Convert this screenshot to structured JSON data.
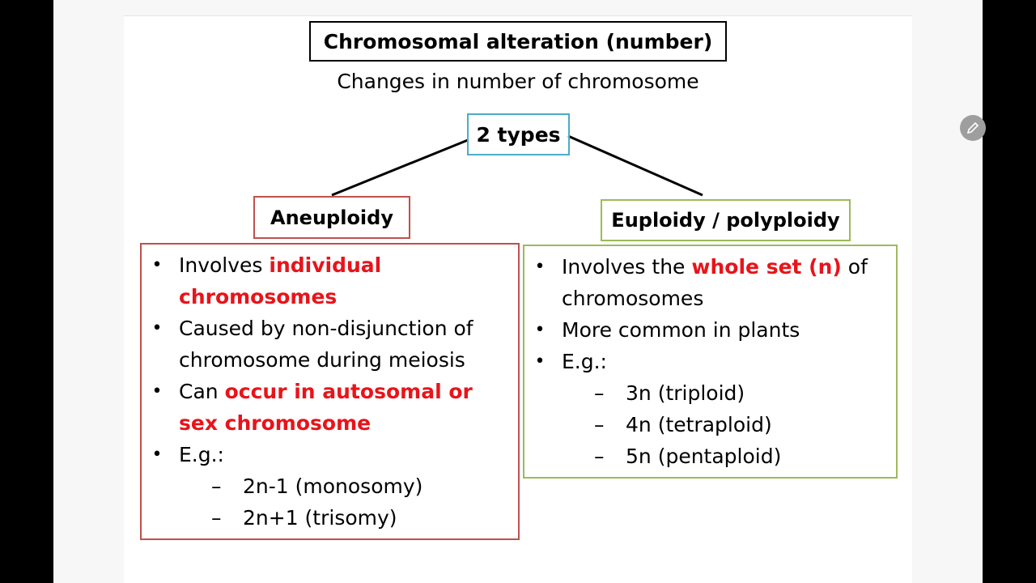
{
  "title": "Chromosomal alteration (number)",
  "subtitle": "Changes in number of chromosome",
  "root": "2 types",
  "colors": {
    "red_emphasis": "#e8141a",
    "aneuploidy_border": "#c0504d",
    "euploidy_border": "#9bbb59",
    "root_border": "#4bacc6"
  },
  "aneuploidy": {
    "heading": "Aneuploidy",
    "b1_pre": "Involves ",
    "b1_red": "individual chromosomes",
    "b2": "Caused by non-disjunction of chromosome during meiosis",
    "b3_pre": "Can ",
    "b3_red": "occur in autosomal or sex chromosome",
    "b4": "E.g.:",
    "examples": [
      "2n-1  (monosomy)",
      "2n+1 (trisomy)"
    ]
  },
  "euploidy": {
    "heading": "Euploidy / polyploidy",
    "b1_pre": "Involves the ",
    "b1_red": "whole set (n)",
    "b1_post": " of chromosomes",
    "b2": "More common in plants",
    "b3": "E.g.:",
    "examples": [
      "3n (triploid)",
      "4n (tetraploid)",
      "5n (pentaploid)"
    ]
  },
  "bullet_glyph": "•",
  "dash_glyph": "–",
  "icons": {
    "edit": "pencil-icon"
  }
}
